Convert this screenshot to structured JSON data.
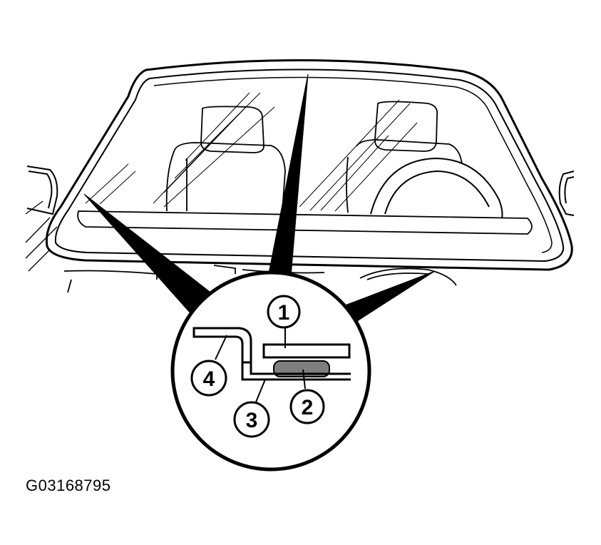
{
  "figure": {
    "id_label": "G03168795"
  },
  "callouts": [
    {
      "number": "1"
    },
    {
      "number": "2"
    },
    {
      "number": "3"
    },
    {
      "number": "4"
    }
  ],
  "colors": {
    "line": "#000000",
    "background": "#ffffff",
    "sealant": "#7f7f7f"
  }
}
